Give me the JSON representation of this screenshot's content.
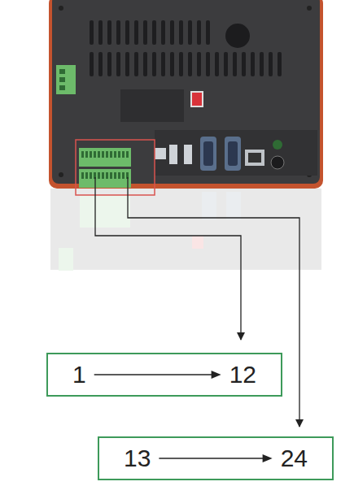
{
  "diagram": {
    "nodes": [
      {
        "text": [
          "1",
          "12"
        ]
      },
      {
        "text": [
          "13",
          "24"
        ]
      }
    ]
  }
}
